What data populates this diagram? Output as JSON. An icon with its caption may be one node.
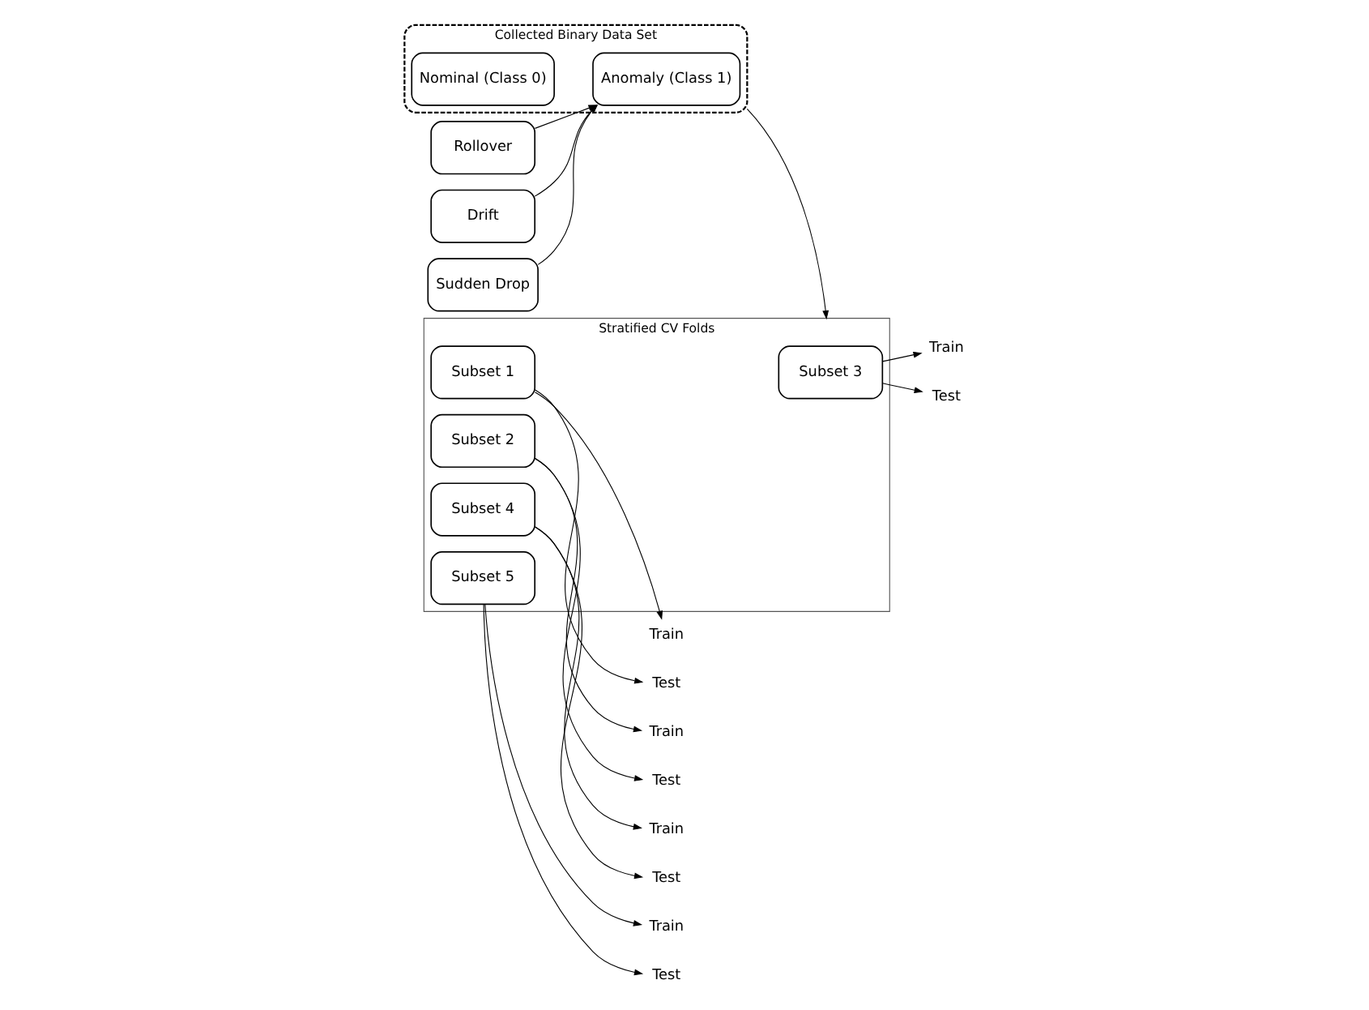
{
  "diagram": {
    "nodes": [
      {
        "text": [
          "Collected Binary Data Set"
        ]
      },
      {
        "text": [
          "Nominal (Class 0)"
        ],
        "in": 0
      },
      {
        "text": [
          "Anomaly (Class 1)"
        ],
        "in": 0
      },
      {
        "text": [
          "Rollover"
        ]
      },
      {
        "text": [
          "Drift"
        ]
      },
      {
        "text": [
          "Sudden Drop"
        ]
      },
      {
        "text": [
          "Stratified CV Folds"
        ]
      },
      {
        "text": [
          "Subset 1"
        ],
        "in": 6
      },
      {
        "text": [
          "Train"
        ]
      },
      {
        "text": [
          "Test"
        ]
      },
      {
        "text": [
          "Subset 2"
        ],
        "in": 6
      },
      {
        "text": [
          "Train"
        ]
      },
      {
        "text": [
          "Test"
        ]
      },
      {
        "text": [
          "Subset 3"
        ],
        "in": 6
      },
      {
        "text": [
          "Train"
        ]
      },
      {
        "text": [
          "Test"
        ]
      },
      {
        "text": [
          "Subset 4"
        ],
        "in": 6
      },
      {
        "text": [
          "Train"
        ]
      },
      {
        "text": [
          "Test"
        ]
      },
      {
        "text": [
          "Subset 5"
        ],
        "in": 6
      },
      {
        "text": [
          "Train"
        ]
      },
      {
        "text": [
          "Test"
        ]
      }
    ],
    "edges": [
      {
        "from": 3,
        "to": 2,
        "arrow": "to"
      },
      {
        "from": 4,
        "to": 2,
        "arrow": "to"
      },
      {
        "from": 5,
        "to": 2,
        "arrow": "to"
      },
      {
        "from": 0,
        "to": 6,
        "arrow": "to"
      },
      {
        "from": 7,
        "to": 8,
        "arrow": "to"
      },
      {
        "from": 7,
        "to": 9,
        "arrow": "to"
      },
      {
        "from": 10,
        "to": 11,
        "arrow": "to"
      },
      {
        "from": 10,
        "to": 12,
        "arrow": "to"
      },
      {
        "from": 13,
        "to": 14,
        "arrow": "to"
      },
      {
        "from": 13,
        "to": 15,
        "arrow": "to"
      },
      {
        "from": 16,
        "to": 17,
        "arrow": "to"
      },
      {
        "from": 16,
        "to": 18,
        "arrow": "to"
      },
      {
        "from": 19,
        "to": 20,
        "arrow": "to"
      },
      {
        "from": 19,
        "to": 21,
        "arrow": "to"
      }
    ]
  }
}
